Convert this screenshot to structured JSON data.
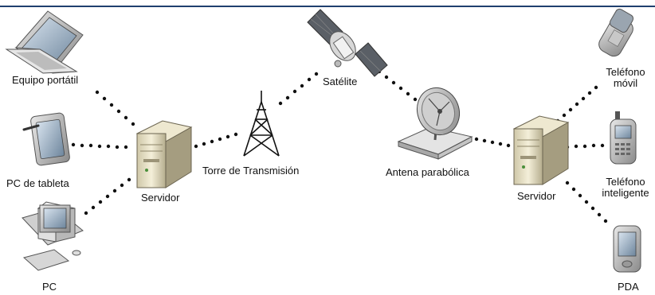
{
  "diagram": {
    "rule_color": "#1f3f6e",
    "link_color": "#111111",
    "nodes": {
      "laptop": {
        "label": "Equipo portátil",
        "icon": "laptop-icon"
      },
      "tablet": {
        "label": "PC de tableta",
        "icon": "tablet-icon"
      },
      "pc": {
        "label": "PC",
        "icon": "desktop-pc-icon"
      },
      "server_left": {
        "label": "Servidor",
        "icon": "server-icon"
      },
      "tower": {
        "label": "Torre de Transmisión",
        "icon": "transmission-tower-icon"
      },
      "satellite": {
        "label": "Satélite",
        "icon": "satellite-icon"
      },
      "dish": {
        "label": "Antena parabólica",
        "icon": "satellite-dish-icon"
      },
      "server_right": {
        "label": "Servidor",
        "icon": "server-icon"
      },
      "mobile": {
        "label_line1": "Teléfono",
        "label_line2": "móvil",
        "icon": "mobile-phone-icon"
      },
      "smartphone": {
        "label_line1": "Teléfono",
        "label_line2": "inteligente",
        "icon": "smartphone-icon"
      },
      "pda": {
        "label": "PDA",
        "icon": "pda-icon"
      }
    }
  }
}
